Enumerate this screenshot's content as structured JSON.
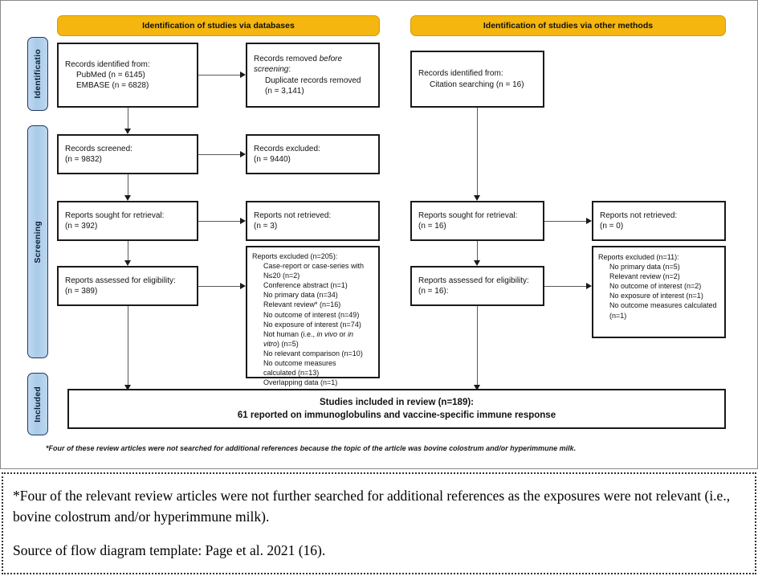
{
  "figure": {
    "phases": [
      {
        "id": "identification",
        "label": "Identificatio"
      },
      {
        "id": "screening",
        "label": "Screening"
      },
      {
        "id": "included",
        "label": "Included"
      }
    ],
    "banners": [
      {
        "id": "databases",
        "label": "Identification of studies via databases"
      },
      {
        "id": "other-methods",
        "label": "Identification of studies via other methods"
      }
    ],
    "boxes": {
      "records_identified": {
        "title": "Records identified from:",
        "items": [
          "PubMed (n = 6145)",
          "EMBASE (n = 6828)"
        ]
      },
      "records_removed": {
        "title_plain": "Records removed ",
        "title_italic": "before screening",
        "title_end": ":",
        "items": [
          "Duplicate records removed",
          "(n = 3,141)"
        ]
      },
      "records_screened": {
        "title": "Records screened:",
        "count": "(n = 9832)"
      },
      "records_excluded": {
        "title": "Records excluded:",
        "count": "(n = 9440)"
      },
      "reports_sought_left": {
        "title": "Reports sought for retrieval:",
        "count": "(n = 392)"
      },
      "reports_not_retrieved_left": {
        "title": "Reports not retrieved:",
        "count": "(n = 3)"
      },
      "reports_assessed_left": {
        "title": "Reports assessed for eligibility:",
        "count": "(n = 389)"
      },
      "reports_excluded_left": {
        "title": "Reports excluded (n=205):",
        "items": [
          "Case-report or case-series with",
          "N≤20 (n=2)",
          "Conference abstract (n=1)",
          "No primary data (n=34)",
          "Relevant review* (n=16)",
          "No outcome of interest (n=49)",
          "No exposure of interest (n=74)",
          "No relevant comparison (n=10)",
          "No outcome measures",
          "calculated (n=13)",
          "Overlapping data (n=1)"
        ],
        "italic_line_a": "Not human (i.e., ",
        "italic_line_b": "in vivo",
        "italic_line_c": " or ",
        "italic_line_d": "in",
        "italic_line_e": "vitro",
        "italic_line_f": ") (n=5)"
      },
      "records_identified_other": {
        "title": "Records identified from:",
        "items": [
          "Citation searching (n = 16)"
        ]
      },
      "reports_sought_right": {
        "title": "Reports sought for retrieval:",
        "count": "(n = 16)"
      },
      "reports_not_retrieved_right": {
        "title": "Reports not retrieved:",
        "count": "(n = 0)"
      },
      "reports_assessed_right": {
        "title": "Reports assessed for eligibility:",
        "count": "(n = 16):"
      },
      "reports_excluded_right": {
        "title": "Reports excluded (n=11):",
        "items": [
          "No primary data (n=5)",
          "Relevant review (n=2)",
          "No outcome of interest (n=2)",
          "No exposure of interest (n=1)",
          "No outcome measures calculated",
          "(n=1)"
        ]
      },
      "studies_included": {
        "line1": "Studies included in review (n=189):",
        "line2": "61 reported on immunoglobulins and vaccine-specific immune response"
      }
    },
    "footnote": "*Four of these review articles were not searched for additional references because the topic of the article was bovine colostrum and/or hyperimmune milk."
  },
  "caption": {
    "paragraph1": "*Four of the relevant review articles were not further searched for additional references as the exposures were not relevant (i.e., bovine colostrum and/or hyperimmune milk).",
    "paragraph2": "Source of flow diagram template: Page et al. 2021 (16)."
  },
  "colors": {
    "banner": "#f4b60f",
    "phase": "#bdd7ef",
    "phase_border": "#1f3864",
    "box_border": "#1a1a1a",
    "connector": "#595959"
  }
}
